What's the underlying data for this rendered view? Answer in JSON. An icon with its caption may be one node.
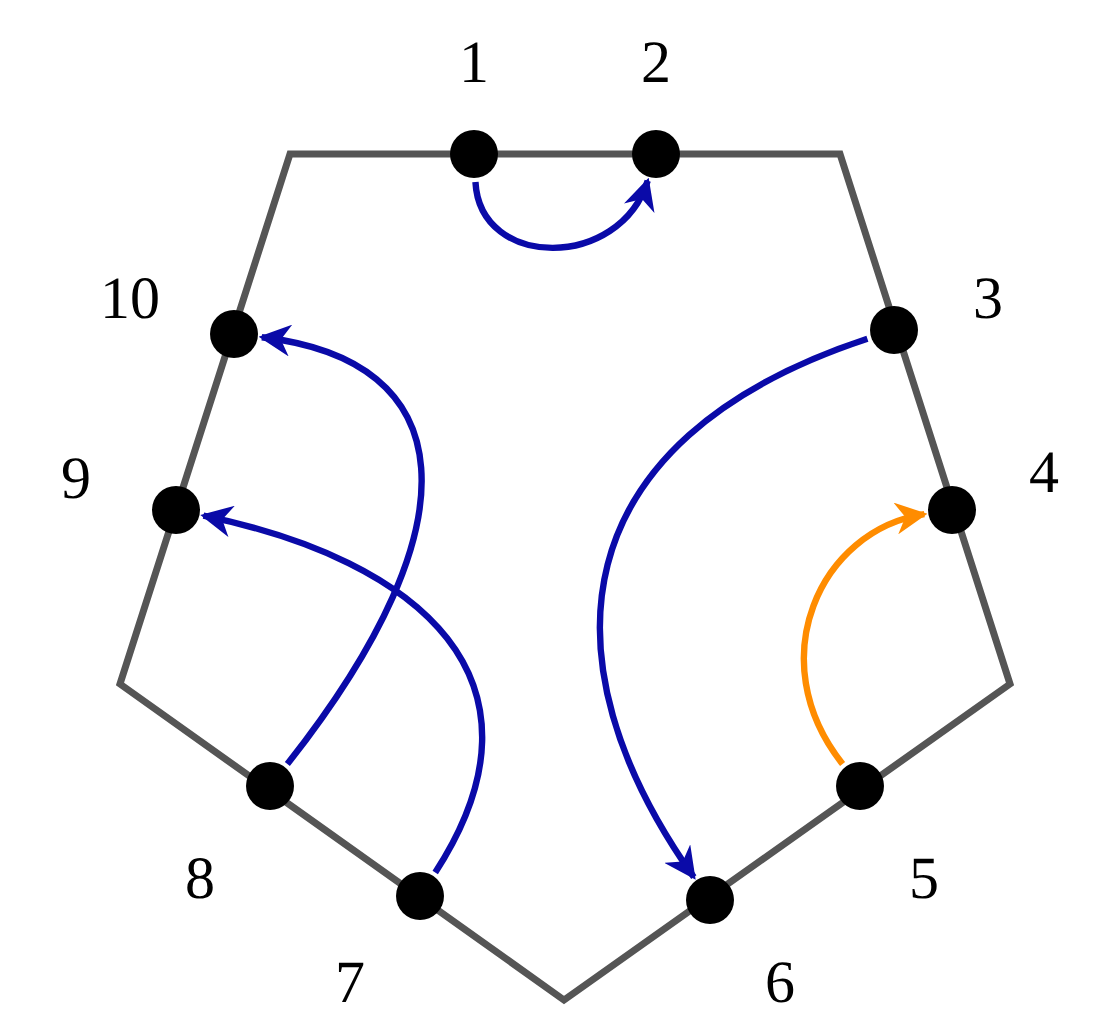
{
  "diagram": {
    "nodes": [
      {
        "text": [],
        "shape": "circle",
        "beside": [
          "1"
        ]
      },
      {
        "text": [],
        "shape": "circle",
        "beside": [
          "2"
        ]
      },
      {
        "text": [],
        "shape": "circle",
        "beside": [
          "3"
        ]
      },
      {
        "text": [],
        "shape": "circle",
        "beside": [
          "4"
        ]
      },
      {
        "text": [],
        "shape": "circle",
        "beside": [
          "5"
        ]
      },
      {
        "text": [],
        "shape": "circle",
        "beside": [
          "6"
        ]
      },
      {
        "text": [],
        "shape": "circle",
        "beside": [
          "7"
        ]
      },
      {
        "text": [],
        "shape": "circle",
        "beside": [
          "8"
        ]
      },
      {
        "text": [],
        "shape": "circle",
        "beside": [
          "9"
        ]
      },
      {
        "text": [],
        "shape": "circle",
        "beside": [
          "10"
        ]
      }
    ],
    "edges": [
      {
        "from": 0,
        "to": 1,
        "arrow": "to"
      },
      {
        "from": 2,
        "to": 5,
        "arrow": "to"
      },
      {
        "from": 4,
        "to": 3,
        "arrow": "to",
        "color": "#ff8c00"
      },
      {
        "from": 6,
        "to": 8,
        "arrow": "to"
      },
      {
        "from": 7,
        "to": 9,
        "arrow": "to"
      }
    ]
  }
}
